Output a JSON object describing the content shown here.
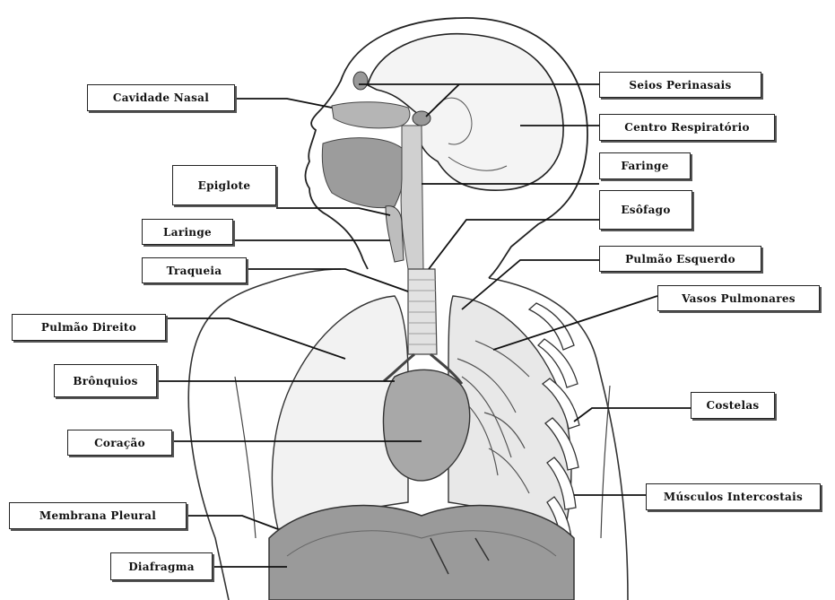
{
  "labels": {
    "cavidade_nasal": "Cavidade Nasal",
    "seios_perinasais": "Seios Perinasais",
    "centro_respiratorio": "Centro Respiratório",
    "epiglote": "Epiglote",
    "faringe": "Faringe",
    "esofago": "Esôfago",
    "laringe": "Laringe",
    "traqueia": "Traqueia",
    "pulmao_esquerdo": "Pulmão Esquerdo",
    "vasos_pulmonares": "Vasos Pulmonares",
    "pulmao_direito": "Pulmão Direito",
    "bronquios": "Brônquios",
    "costelas": "Costelas",
    "coracao": "Coração",
    "musculos_intercostais": "Músculos Intercostais",
    "membrana_pleural": "Membrana Pleural",
    "diafragma": "Diafragma"
  }
}
